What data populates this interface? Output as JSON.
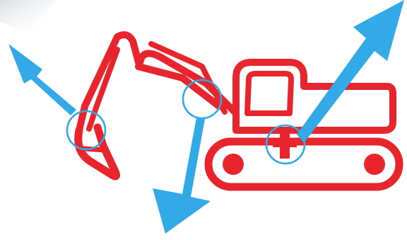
{
  "colors": {
    "excavator_outline": "#e8242c",
    "indicator_arrows": "#33a9e8",
    "background": "#ffffff"
  },
  "diagram": {
    "subject": "excavator",
    "joint_markers": [
      {
        "name": "bucket-joint",
        "direction": "up-left"
      },
      {
        "name": "boom-arm-joint",
        "direction": "down"
      },
      {
        "name": "swing-joint",
        "direction": "up-right"
      }
    ]
  }
}
